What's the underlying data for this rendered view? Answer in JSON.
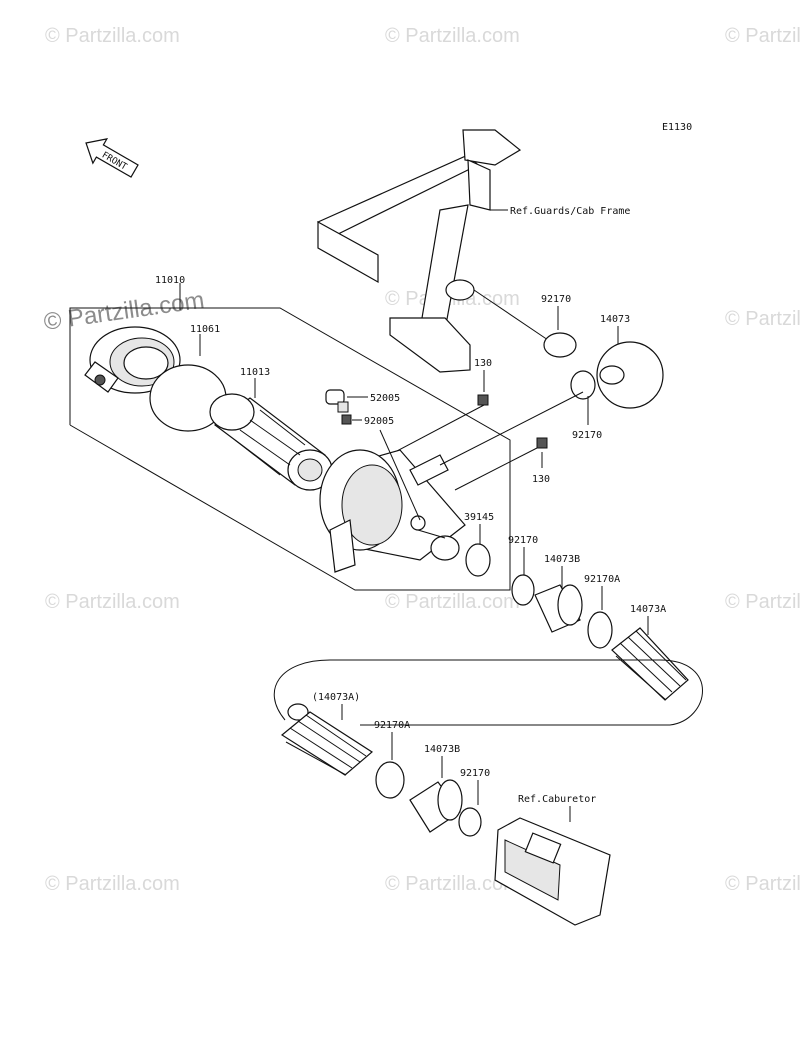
{
  "diagram_code": "E1130",
  "front_arrow": "FRONT",
  "watermarks": [
    "© Partzilla.com"
  ],
  "labels": {
    "ref_guards": "Ref.Guards/Cab Frame",
    "p11010": "11010",
    "p11061": "11061",
    "p11013": "11013",
    "p52005": "52005",
    "p92005": "92005",
    "p130a": "130",
    "p130b": "130",
    "p92170a": "92170",
    "p14073": "14073",
    "p92170b": "92170",
    "p39145": "39145",
    "p92170c": "92170",
    "p14073B": "14073B",
    "p92170A": "92170A",
    "p14073A": "14073A",
    "p14073A_paren": "(14073A)",
    "p92170A_2": "92170A",
    "p14073B_2": "14073B",
    "p92170d": "92170",
    "ref_carb": "Ref.Caburetor"
  }
}
